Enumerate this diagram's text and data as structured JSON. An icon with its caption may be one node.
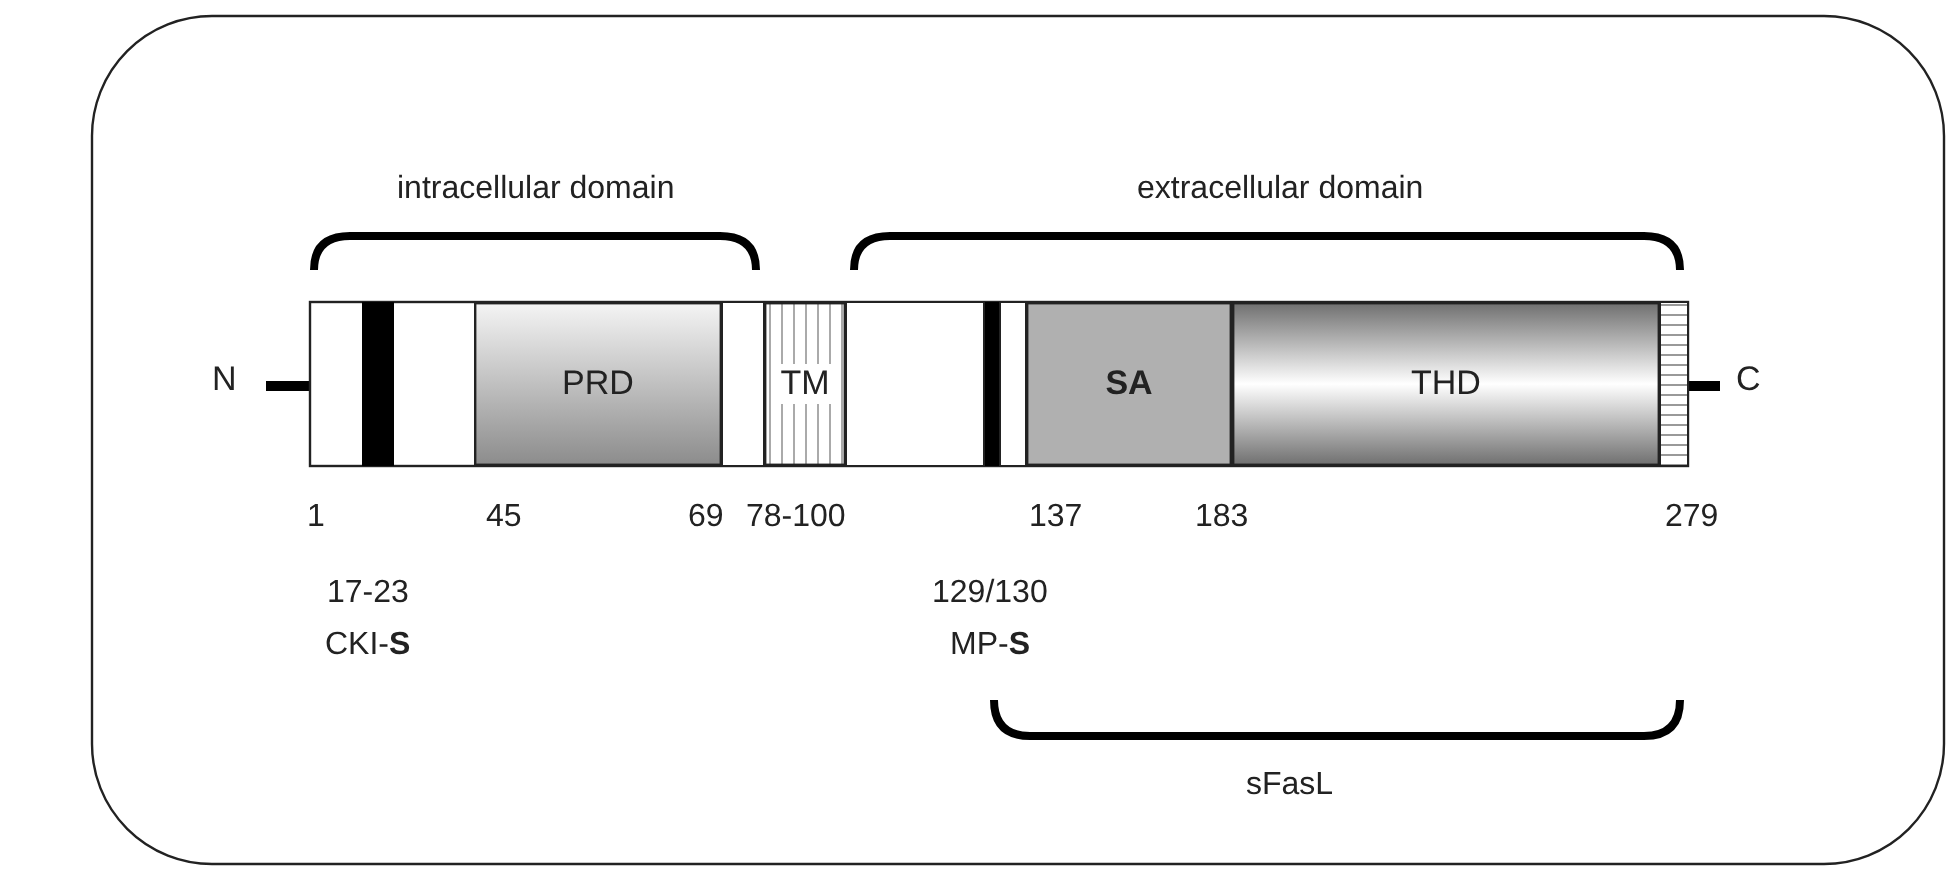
{
  "diagram": {
    "nodes": [
      {
        "text": [
          "PRD"
        ]
      },
      {
        "text": [
          "TM"
        ]
      },
      {
        "text": [
          "SA"
        ]
      },
      {
        "text": [
          "THD"
        ]
      }
    ],
    "labels": [
      "intracellular domain",
      "extracellular domain",
      "N",
      "C",
      "1",
      "45",
      "69",
      "78-100",
      "137",
      "183",
      "279",
      "17-23",
      "CKI-**S**",
      "129/130",
      "MP-**S**",
      "sFasL"
    ]
  }
}
